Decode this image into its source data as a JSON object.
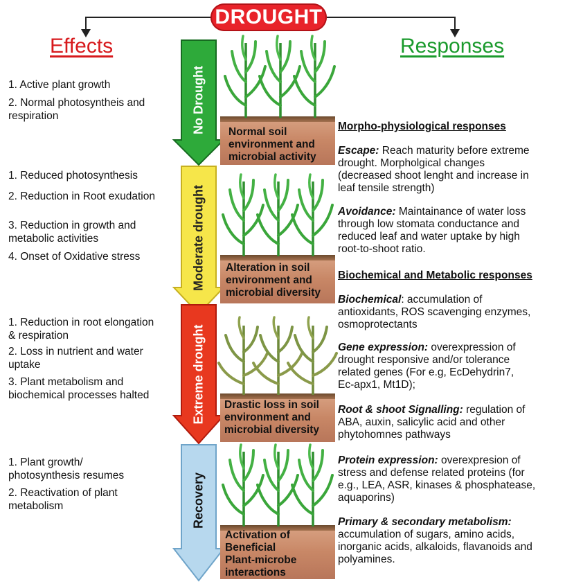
{
  "title": "DROUGHT",
  "headings": {
    "effects": "Effects",
    "responses": "Responses"
  },
  "colors": {
    "title_red": "#e8232a",
    "effects_red": "#d7191c",
    "responses_green": "#1a9a2c",
    "no_drought": "#2eaa3a",
    "moderate_drought": "#f6e64a",
    "extreme_drought": "#e8381f",
    "recovery": "#b7d8ee",
    "soil": "#c98f6d"
  },
  "stages": [
    {
      "label": "No Drought",
      "soil": [
        "Normal soil",
        "environment and",
        "microbial activity"
      ]
    },
    {
      "label": "Moderate drought",
      "soil": [
        "Alteration in soil",
        "environment and",
        "microbial diversity"
      ]
    },
    {
      "label": "Extreme  drought",
      "soil": [
        "Drastic loss in soil",
        "environment and",
        "microbial diversity"
      ]
    },
    {
      "label": "Recovery",
      "soil": [
        "Activation of",
        "Beneficial",
        "Plant-microbe",
        "interactions"
      ]
    }
  ],
  "effects": [
    [
      "1. Active plant growth"
    ],
    [
      "2. Normal photosyntheis and",
      "respiration"
    ],
    [
      "1. Reduced photosynthesis"
    ],
    [
      "2. Reduction in Root exudation"
    ],
    [
      "3. Reduction in growth and",
      "metabolic activities"
    ],
    [
      "4. Onset of Oxidative stress"
    ],
    [
      "1. Reduction in root elongation",
      "& respiration"
    ],
    [
      "2. Loss in nutrient and water",
      "uptake"
    ],
    [
      "3. Plant metabolism and",
      "biochemical processes halted"
    ],
    [
      "1. Plant growth/",
      "photosynthesis resumes"
    ],
    [
      "2. Reactivation of plant",
      "metabolism"
    ]
  ],
  "responses": {
    "morpho_heading": "Morpho-physiological responses",
    "escape_term": "Escape:",
    "escape_lines": [
      " Reach maturity before extreme",
      "drought. Morpholgical changes",
      "(decreased shoot lenght and increase in",
      "leaf tensile strength)"
    ],
    "avoidance_term": "Avoidance:",
    "avoidance_lines": [
      " Maintainance of water loss",
      "through low stomata conductance and",
      "reduced leaf and water uptake by high",
      "root-to-shoot ratio."
    ],
    "biochem_heading": "Biochemical and Metabolic responses",
    "biochemical_term": "Biochemical",
    "biochemical_lines": [
      ": accumulation of",
      "antioxidants, ROS scavenging enzymes,",
      "osmoprotectants"
    ],
    "gene_term": "Gene expression:",
    "gene_lines": [
      " overexpression of",
      "drought responsive and/or tolerance",
      "related genes (For e.g, EcDehydrin7,",
      "Ec-apx1, Mt1D);"
    ],
    "signal_term": "Root & shoot Signalling:",
    "signal_lines": "  regulation of",
    "signal_rest": [
      "ABA, auxin, salicylic acid and other",
      "phytohomnes pathways"
    ],
    "protein_term": "Protein expression:",
    "protein_lines": [
      " overexpresion of",
      "stress and defense related proteins (for",
      "e.g., LEA, ASR, kinases & phosphatease,",
      "aquaporins)"
    ],
    "metab_term": "Primary & secondary metabolism:",
    "metab_lines": [
      "accumulation of sugars, amino acids,",
      "inorganic acids, alkaloids, flavanoids and",
      "polyamines."
    ]
  }
}
